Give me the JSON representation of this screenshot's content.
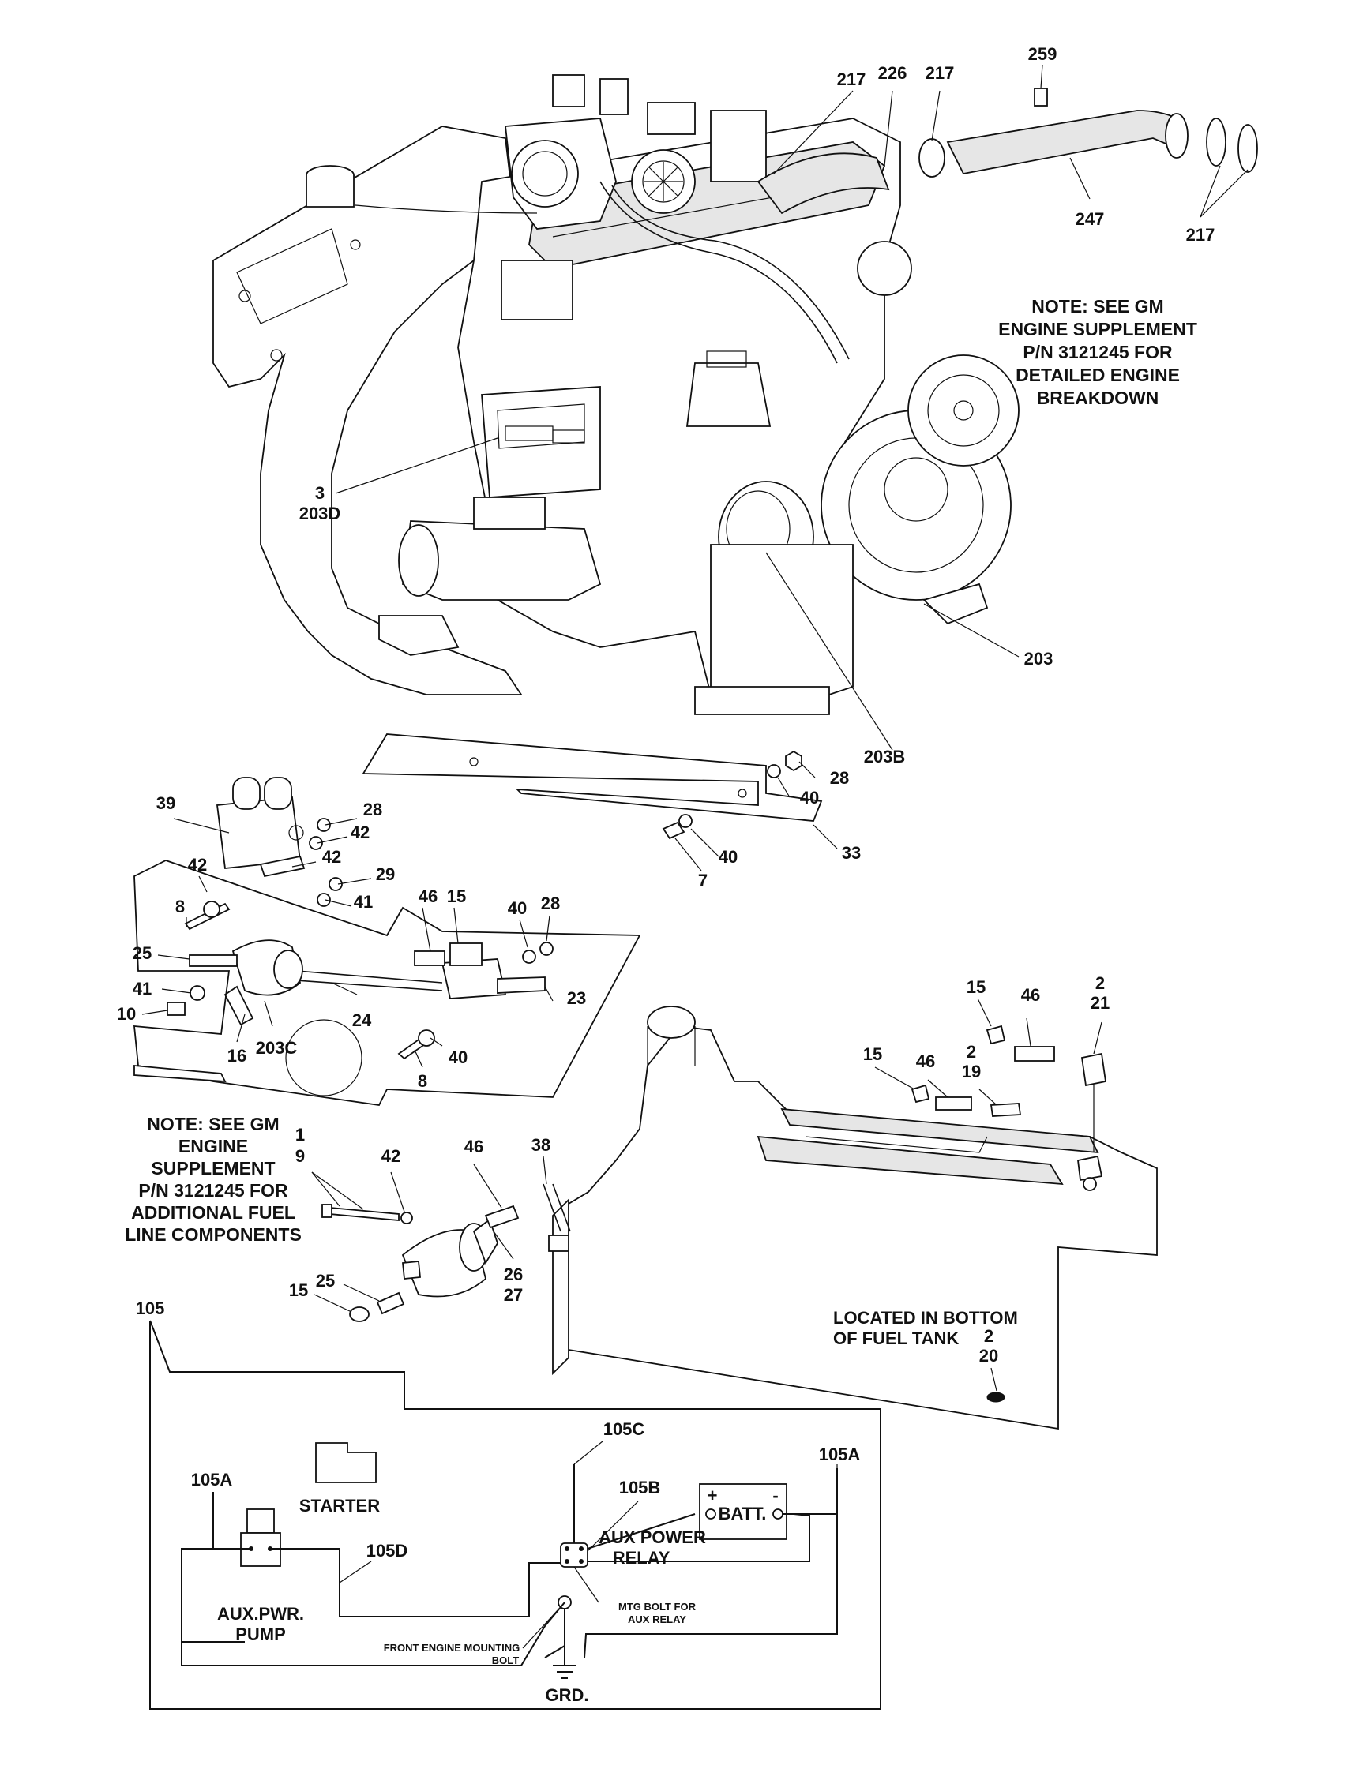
{
  "callouts": {
    "engine": [
      "259",
      "217",
      "226",
      "217",
      "247",
      "217",
      "3",
      "203D",
      "203",
      "203B"
    ],
    "bracket_top": [
      "39",
      "28",
      "42",
      "42",
      "29",
      "41",
      "8",
      "42",
      "28",
      "40",
      "40",
      "7",
      "33"
    ],
    "valve_block": [
      "46",
      "15",
      "40",
      "28",
      "25",
      "41",
      "10",
      "24",
      "23",
      "16",
      "203C",
      "40",
      "8"
    ],
    "fuel_tank": [
      "15",
      "46",
      "2",
      "21",
      "15",
      "46",
      "2",
      "19"
    ],
    "pump": [
      "1",
      "9",
      "42",
      "46",
      "38",
      "25",
      "15",
      "26",
      "27"
    ],
    "tank_bottom": [
      "2",
      "20"
    ],
    "wiring": [
      "105",
      "105C",
      "105A",
      "105A",
      "105B",
      "105D"
    ]
  },
  "notes": {
    "engine_supplement": [
      "NOTE: SEE GM",
      "ENGINE SUPPLEMENT",
      "P/N 3121245 FOR",
      "DETAILED ENGINE",
      "BREAKDOWN"
    ],
    "fuel_line": [
      "NOTE: SEE GM",
      "ENGINE",
      "SUPPLEMENT",
      "P/N 3121245 FOR",
      "ADDITIONAL FUEL",
      "LINE COMPONENTS"
    ],
    "tank_location": [
      "LOCATED IN BOTTOM",
      "OF FUEL TANK"
    ]
  },
  "wiring_labels": {
    "starter": "STARTER",
    "aux_pump": [
      "AUX.PWR.",
      "PUMP"
    ],
    "aux_relay": [
      "AUX POWER",
      "RELAY"
    ],
    "battery": "BATT.",
    "battery_plus": "+",
    "battery_minus": "-",
    "mtg_bolt": [
      "MTG BOLT FOR",
      "AUX RELAY"
    ],
    "front_engine": [
      "FRONT ENGINE MOUNTING",
      "BOLT"
    ],
    "ground": "GRD."
  }
}
